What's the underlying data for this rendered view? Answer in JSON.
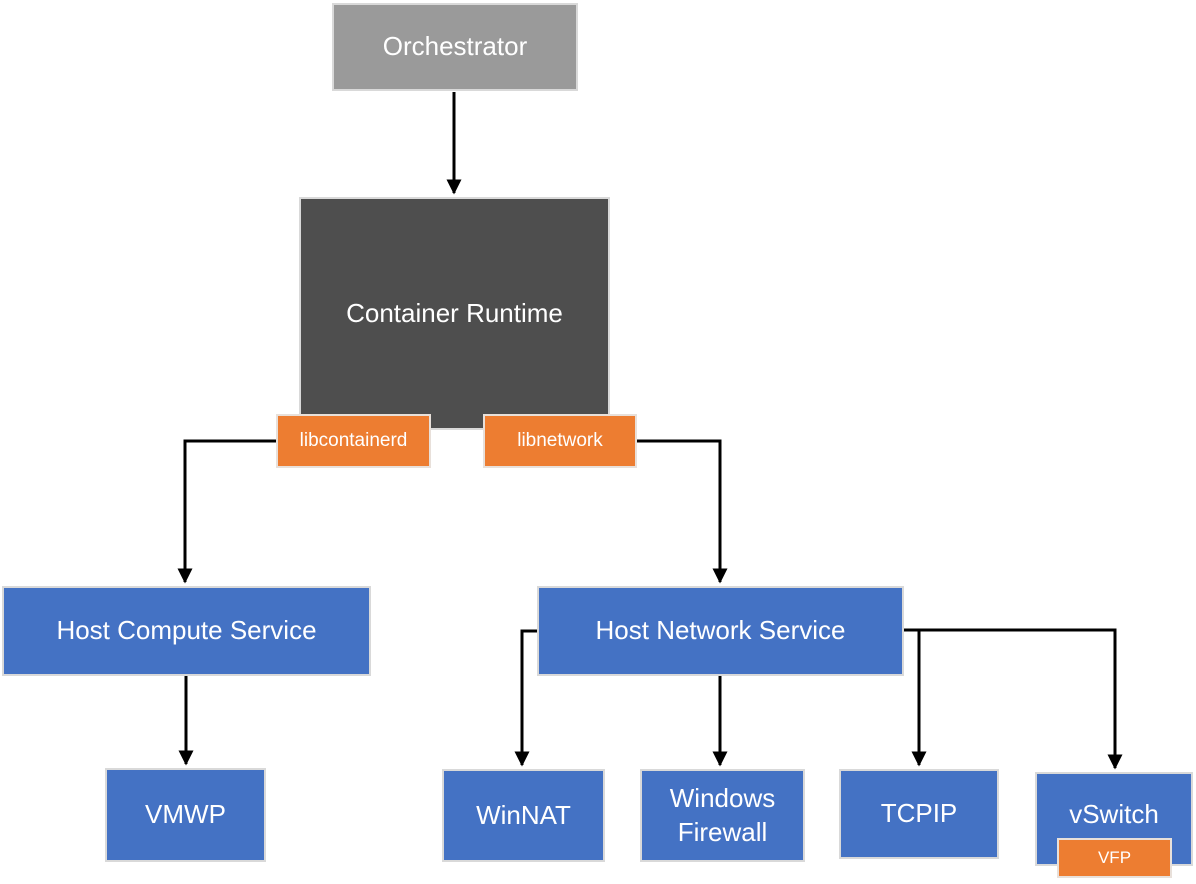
{
  "diagram": {
    "description": "Container runtime and Windows host networking architecture diagram",
    "colors": {
      "orchestrator_fill": "#9a9a9a",
      "runtime_fill": "#4e4e4e",
      "service_fill": "#4472c4",
      "library_fill": "#ed7d31",
      "text": "#ffffff",
      "connector": "#000000",
      "background": "#ffffff"
    },
    "nodes": {
      "orchestrator": {
        "label": "Orchestrator"
      },
      "container_runtime": {
        "label": "Container Runtime"
      },
      "libcontainerd": {
        "label": "libcontainerd"
      },
      "libnetwork": {
        "label": "libnetwork"
      },
      "host_compute_service": {
        "label": "Host Compute Service"
      },
      "host_network_service": {
        "label": "Host Network Service"
      },
      "vmwp": {
        "label": "VMWP"
      },
      "winnat": {
        "label": "WinNAT"
      },
      "windows_firewall": {
        "label": "Windows Firewall"
      },
      "tcpip": {
        "label": "TCPIP"
      },
      "vswitch": {
        "label": "vSwitch"
      },
      "vfp": {
        "label": "VFP"
      }
    },
    "edges": [
      {
        "from": "orchestrator",
        "to": "container_runtime"
      },
      {
        "from": "libcontainerd",
        "to": "host_compute_service"
      },
      {
        "from": "libnetwork",
        "to": "host_network_service"
      },
      {
        "from": "host_compute_service",
        "to": "vmwp"
      },
      {
        "from": "host_network_service",
        "to": "winnat"
      },
      {
        "from": "host_network_service",
        "to": "windows_firewall"
      },
      {
        "from": "host_network_service",
        "to": "tcpip"
      },
      {
        "from": "host_network_service",
        "to": "vswitch"
      }
    ]
  }
}
